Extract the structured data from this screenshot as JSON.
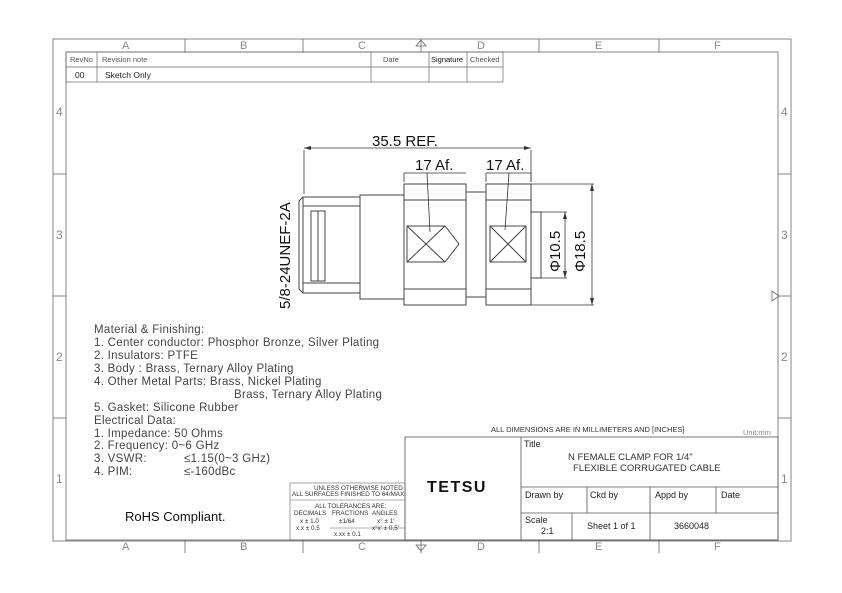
{
  "grid": {
    "letters": [
      "A",
      "B",
      "C",
      "D",
      "E",
      "F"
    ],
    "numbers": [
      "4",
      "3",
      "2",
      "1"
    ]
  },
  "revision_table": {
    "headers": {
      "rev": "RevNo",
      "note": "Revision note",
      "date": "Date",
      "signature": "Signature",
      "checked": "Checked"
    },
    "rows": [
      {
        "rev": "00",
        "note": "Sketch Only"
      }
    ]
  },
  "dimensions": {
    "overall": "35.5 REF.",
    "hex1": "17 Af.",
    "hex2": "17 Af.",
    "thread": "5/8-24UNEF-2A",
    "dia_inner": "Φ10.5",
    "dia_outer": "Φ18.5"
  },
  "materials": {
    "heading": "Material & Finishing:",
    "lines": [
      "1. Center conductor: Phosphor Bronze, Silver Plating",
      "2. Insulators: PTFE",
      "3. Body : Brass, Ternary Alloy Plating",
      "4. Other Metal Parts: Brass, Nickel Plating",
      "Brass, Ternary Alloy Plating",
      "5. Gasket: Silicone Rubber"
    ]
  },
  "electrical": {
    "heading": "Electrical Data:",
    "items": [
      {
        "label": "1. Impedance: 50 Ohms",
        "value": ""
      },
      {
        "label": "2. Frequency: 0~6 GHz",
        "value": ""
      },
      {
        "label": "3. VSWR:",
        "value": "≤1.15(0~3 GHz)"
      },
      {
        "label": "4. PIM:",
        "value": "≤-160dBc"
      }
    ]
  },
  "rohs": "RoHS Compliant.",
  "tolerance_block": {
    "line1": "UNLESS OTHERWISE NOTED",
    "line2": "ALL SURFACES FINISHED TO 64/MAX.",
    "line3": "ALL TOLERANCES ARE:",
    "col_decimals": "DECIMALS",
    "col_fractions": "FRACTIONS",
    "col_angles": "ANGLES",
    "dec1": "x ± 1.0",
    "dec2": "x.x ± 0.5",
    "frac": "±1/64",
    "ang1": "x° ± 1'",
    "ang2": "x°x' ± 0.5'",
    "dec3": "x.xx ± 0.1"
  },
  "title_block": {
    "dims_note": "ALL DIMENSIONS ARE IN MILLIMETERS AND [INCHES]",
    "unit": "Unit:mm",
    "title_label": "Title",
    "title_line1": "N FEMALE CLAMP FOR 1/4\"",
    "title_line2": "FLEXIBLE CORRUGATED CABLE",
    "company": "TETSU",
    "drawn_by": "Drawn by",
    "ckd_by": "Ckd by",
    "appd_by": "Appd by",
    "date": "Date",
    "scale_label": "Scale",
    "scale_value": "2:1",
    "sheet": "Sheet 1 of 1",
    "drawing_no": "3660048"
  },
  "colors": {
    "line": "#555555",
    "text": "#222222",
    "grid": "#888888"
  }
}
